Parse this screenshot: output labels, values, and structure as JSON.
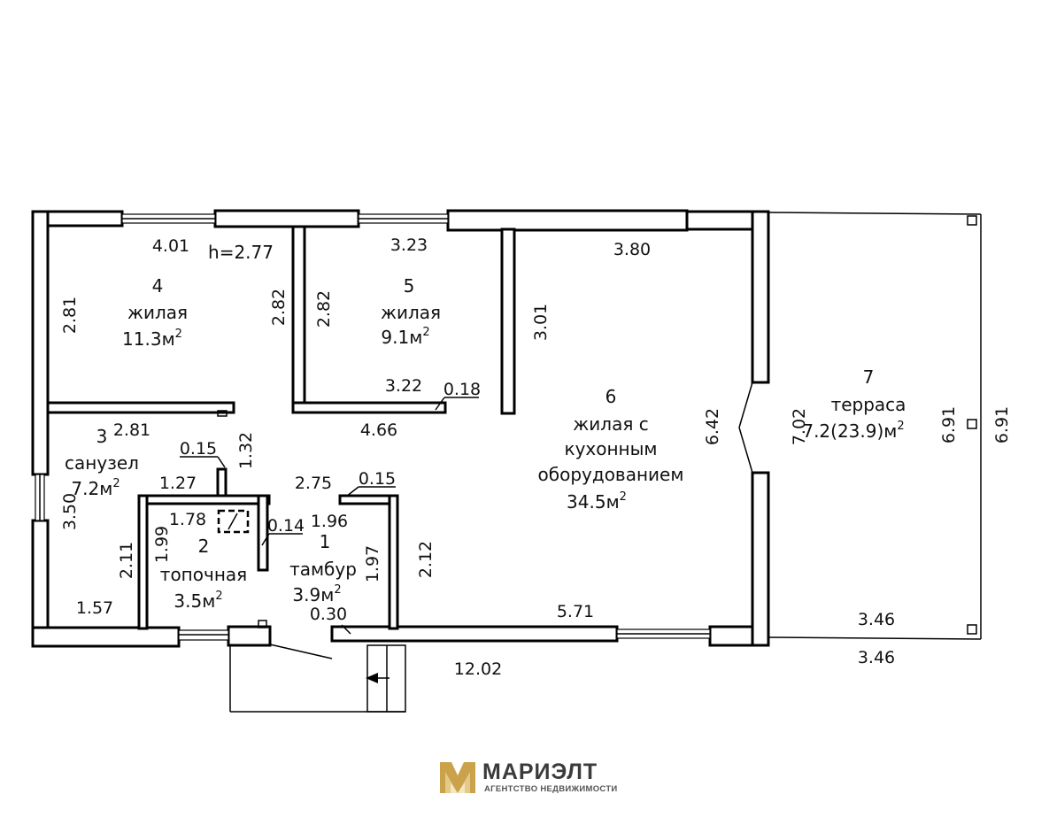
{
  "rooms": {
    "r1": {
      "num": "1",
      "name": "тамбур",
      "area": "3.9м",
      "sup": "2"
    },
    "r2": {
      "num": "2",
      "name": "топочная",
      "area": "3.5м",
      "sup": "2"
    },
    "r3": {
      "num": "3",
      "name": "санузел",
      "area": "7.2м",
      "sup": "2"
    },
    "r4": {
      "num": "4",
      "name": "жилая",
      "area": "11.3м",
      "sup": "2"
    },
    "r5": {
      "num": "5",
      "name": "жилая",
      "area": "9.1м",
      "sup": "2"
    },
    "r6": {
      "num": "6",
      "name_l1": "жилая с",
      "name_l2": "кухонным",
      "name_l3": "оборудованием",
      "area": "34.5м",
      "sup": "2"
    },
    "r7": {
      "num": "7",
      "name": "терраса",
      "area": "7.2(23.9)м",
      "sup": "2"
    }
  },
  "height_label": "h=2.77",
  "dims": {
    "d_401": "4.01",
    "d_323": "3.23",
    "d_380": "3.80",
    "d_281_left": "2.81",
    "d_282_a": "2.82",
    "d_282_b": "2.82",
    "d_301": "3.01",
    "d_322": "3.22",
    "d_018": "0.18",
    "d_466": "4.66",
    "d_281_mid": "2.81",
    "d_015_a": "0.15",
    "d_132": "1.32",
    "d_127": "1.27",
    "d_275": "2.75",
    "d_015_b": "0.15",
    "d_350": "3.50",
    "d_178": "1.78",
    "d_014": "0.14",
    "d_196": "1.96",
    "d_199": "1.99",
    "d_211": "2.11",
    "d_197": "1.97",
    "d_212": "2.12",
    "d_157": "1.57",
    "d_030": "0.30",
    "d_571": "5.71",
    "d_1202": "12.02",
    "d_642": "6.42",
    "d_702": "7.02",
    "d_691_a": "6.91",
    "d_691_b": "6.91",
    "d_346_a": "3.46",
    "d_346_b": "3.46"
  },
  "brand": {
    "name": "МАРИЭЛТ",
    "tagline": "АГЕНТСТВО НЕДВИЖИМОСТИ",
    "color_gold": "#c9a24a"
  }
}
